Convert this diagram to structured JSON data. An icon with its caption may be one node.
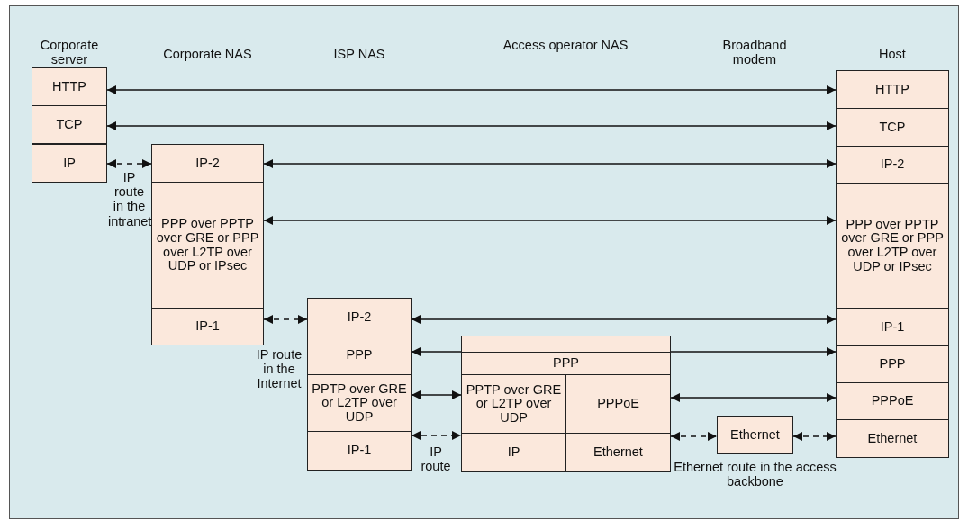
{
  "diagram": {
    "nodes": [
      {
        "text": [
          "HTTP"
        ]
      },
      {
        "text": [
          "TCP"
        ]
      },
      {
        "text": [
          "IP"
        ]
      },
      {
        "text": [
          "IP-2"
        ]
      },
      {
        "text": [
          "PPP over PPTP over GRE or PPP over L2TP over UDP or IPsec"
        ]
      },
      {
        "text": [
          "IP-1"
        ]
      },
      {
        "text": [
          "IP-2"
        ]
      },
      {
        "text": [
          "PPP"
        ]
      },
      {
        "text": [
          "PPTP over GRE or L2TP over UDP"
        ]
      },
      {
        "text": [
          "IP-1"
        ]
      },
      {
        "text": [],
        "shape": "box"
      },
      {
        "text": [
          "PPP"
        ]
      },
      {
        "text": [
          "PPTP over GRE or L2TP over UDP"
        ]
      },
      {
        "text": [
          "PPPoE"
        ]
      },
      {
        "text": [
          "IP"
        ]
      },
      {
        "text": [
          "Ethernet"
        ]
      },
      {
        "text": [
          "Ethernet"
        ],
        "beside": [
          "Ethernet route in the access backbone"
        ]
      },
      {
        "text": [
          "HTTP"
        ]
      },
      {
        "text": [
          "TCP"
        ]
      },
      {
        "text": [
          "IP-2"
        ]
      },
      {
        "text": [
          "PPP over PPTP over GRE or PPP over L2TP over UDP or IPsec"
        ]
      },
      {
        "text": [
          "IP-1"
        ]
      },
      {
        "text": [
          "PPP"
        ]
      },
      {
        "text": [
          "PPPoE"
        ]
      },
      {
        "text": [
          "Ethernet"
        ]
      }
    ],
    "edges": [
      {
        "from": 0,
        "to": 17,
        "arrow": "both"
      },
      {
        "from": 1,
        "to": 18,
        "arrow": "both"
      },
      {
        "from": 2,
        "to": 3,
        "arrow": "both",
        "style": "dashed",
        "label": "IP route in the intranet"
      },
      {
        "from": 3,
        "to": 19,
        "arrow": "both"
      },
      {
        "from": 4,
        "to": 20,
        "arrow": "both"
      },
      {
        "from": 5,
        "to": 6,
        "arrow": "both",
        "style": "dashed",
        "label": "IP route in the Internet"
      },
      {
        "from": 6,
        "to": 21,
        "arrow": "both"
      },
      {
        "from": 7,
        "to": 22,
        "arrow": "both"
      },
      {
        "from": 8,
        "to": 12,
        "arrow": "both"
      },
      {
        "from": 9,
        "to": 14,
        "arrow": "both",
        "style": "dashed",
        "label": "IP route"
      },
      {
        "from": 13,
        "to": 23,
        "arrow": "both"
      },
      {
        "from": 15,
        "to": 16,
        "arrow": "both",
        "style": "dashed"
      },
      {
        "from": 16,
        "to": 24,
        "arrow": "both",
        "style": "dashed"
      }
    ],
    "labels": [
      "Corporate server",
      "Corporate NAS",
      "ISP NAS",
      "Access operator NAS",
      "Broadband modem",
      "Host"
    ]
  }
}
